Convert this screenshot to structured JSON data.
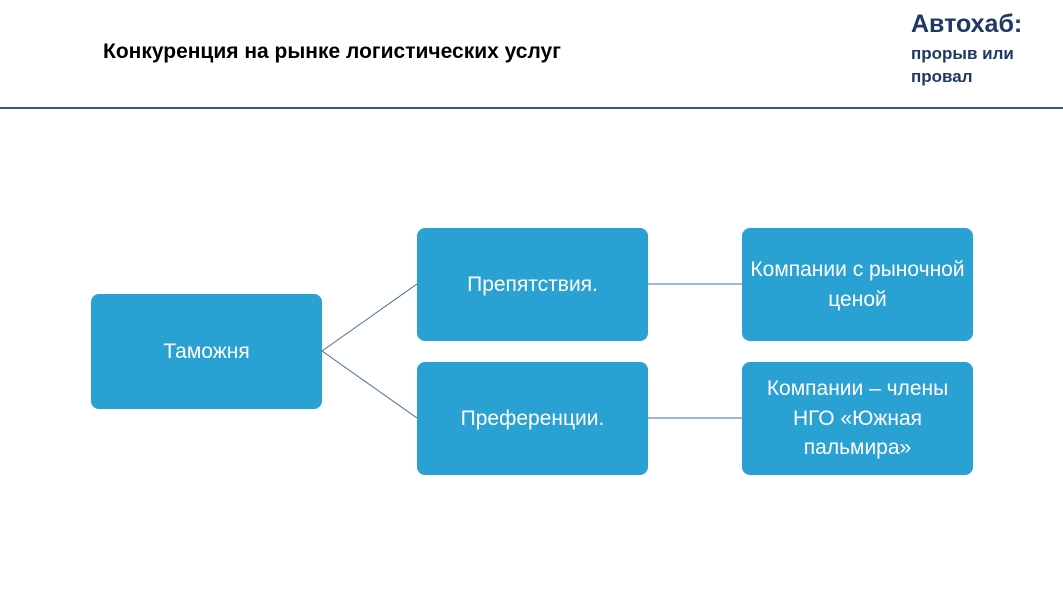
{
  "header": {
    "title": "Конкуренция на рынке логистических услуг",
    "brand_title": "Автохаб:",
    "brand_subtitle": "прорыв или провал"
  },
  "diagram": {
    "root": "Таможня",
    "branches": [
      {
        "label": "Препятствия.",
        "child": "Компании с рыночной ценой"
      },
      {
        "label": "Преференции.",
        "child": "Компании – члены НГО «Южная пальмира»"
      }
    ]
  },
  "colors": {
    "node_fill": "#2aa1d3",
    "node_text": "#ffffff",
    "connector": "#3b6fa8",
    "rule": "#3b5498",
    "brand": "#1f3864"
  }
}
